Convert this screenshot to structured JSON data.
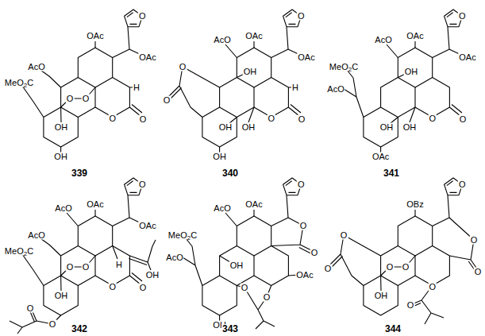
{
  "diagram": {
    "labels": [
      "O",
      "OAc",
      "OAc",
      "AcO",
      "MeO2C",
      "O",
      "O",
      "H",
      "OH",
      "O",
      "O",
      "OH",
      "339",
      "O",
      "AcO",
      "OAc",
      "OAc",
      "O",
      "OH",
      "H",
      "O",
      "OH",
      "OH",
      "O",
      "O",
      "OH",
      "340",
      "O",
      "AcO",
      "OAc",
      "OAc",
      "MeO2C",
      "OH",
      "AcO",
      "OH",
      "OH",
      "O",
      "O",
      "OAc",
      "341",
      "O",
      "AcO",
      "OAc",
      "OAc",
      "AcO",
      "MeO2C",
      "O",
      "O",
      "H",
      "OH",
      "OH",
      "O",
      "O",
      "O",
      "O",
      "342",
      "O",
      "AcO",
      "OAc",
      "O",
      "MeO2C",
      "O",
      "AcO",
      "OH",
      "OAc",
      "O",
      "O",
      "OH",
      "343",
      "O",
      "OBz",
      "O",
      "O",
      "O",
      "O",
      "O",
      "O",
      "O",
      "OH",
      "O",
      "344"
    ]
  }
}
